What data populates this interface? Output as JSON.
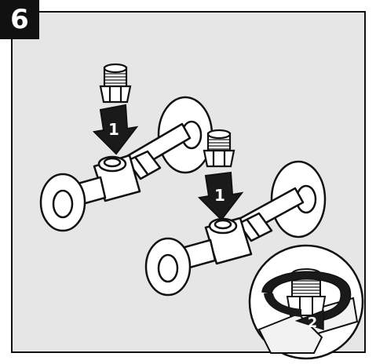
{
  "step": {
    "number": "6"
  },
  "callouts": {
    "insert_label_upper": "1",
    "insert_label_lower": "1",
    "tighten_label": "2"
  },
  "colors": {
    "background": "#e6e6e6",
    "outline": "#111111",
    "fill": "#ffffff",
    "arrow": "#1a1a1a"
  },
  "icons": {
    "insert_arrow": "down-arrow-icon",
    "tighten_arrow": "rotation-arrow-icon",
    "part": "compression-fitting-icon"
  }
}
